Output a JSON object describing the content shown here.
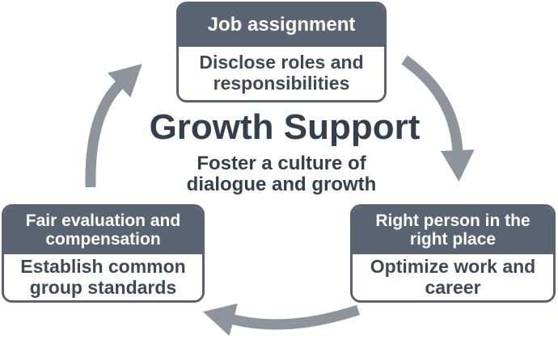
{
  "colors": {
    "header_bg": "#5a6372",
    "box_border": "#5a6372",
    "header_text": "#ffffff",
    "title_text": "#343f4e",
    "body_text": "#3e4857",
    "arrow": "#8f939c",
    "background": "#ffffff"
  },
  "diagram": {
    "title": "Growth Support",
    "subtitle": "Foster a culture of dialogue and growth",
    "boxes": [
      {
        "header": "Job assignment",
        "body": "Disclose roles and responsibilities"
      },
      {
        "header": "Right person in the right place",
        "body": "Optimize work and career"
      },
      {
        "header": "Fair evaluation and compensation",
        "body": "Establish common group standards"
      }
    ],
    "arrows": [
      {
        "name": "job-assignment-to-right-person"
      },
      {
        "name": "right-person-to-fair-evaluation"
      },
      {
        "name": "fair-evaluation-to-job-assignment"
      }
    ]
  }
}
